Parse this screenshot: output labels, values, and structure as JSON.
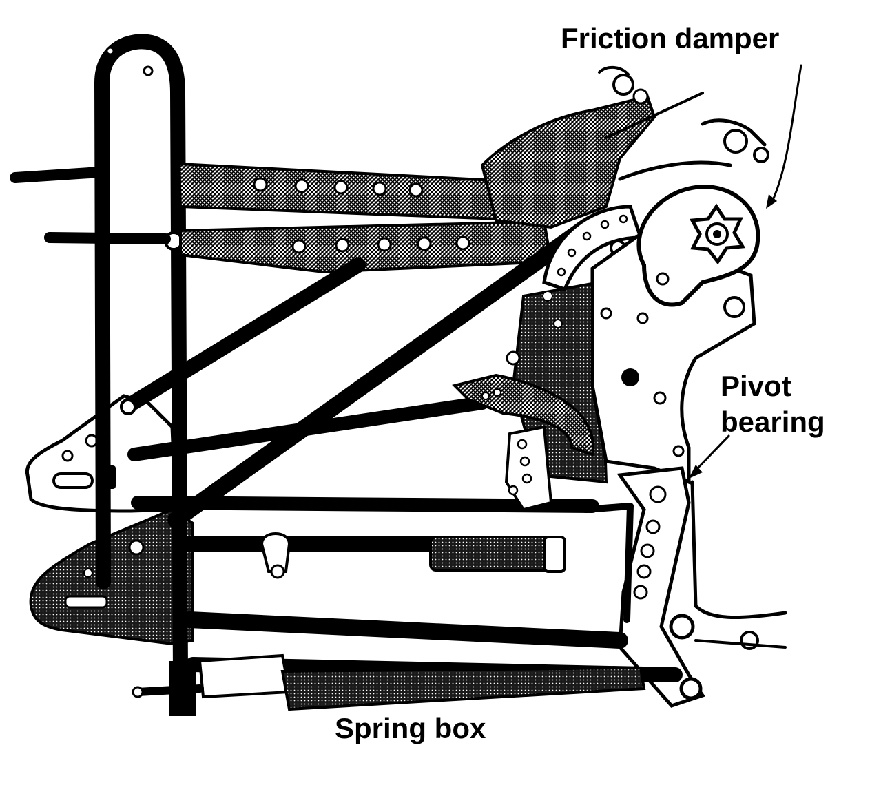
{
  "labels": {
    "friction_damper": "Friction damper",
    "pivot_bearing_line1": "Pivot",
    "pivot_bearing_line2": "bearing",
    "spring_box": "Spring box"
  },
  "colors": {
    "ink": "#000000",
    "paper": "#ffffff"
  }
}
